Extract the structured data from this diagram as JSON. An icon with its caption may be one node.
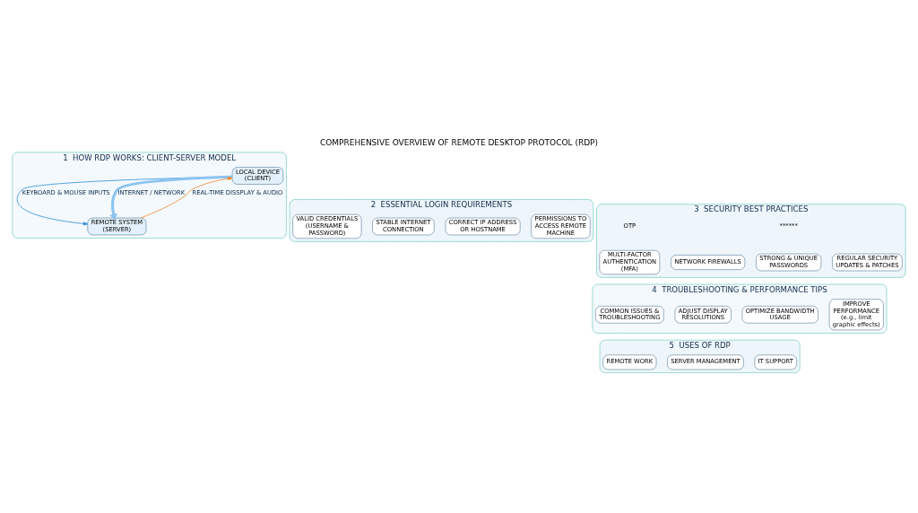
{
  "diagram": {
    "title": "COMPREHENSIVE OVERVIEW OF REMOTE DESKTOP PROTOCOL (RDP)",
    "nodes": [
      {
        "text": [
          "1",
          "HOW RDP WORKS: CLIENT-SERVER MODEL"
        ]
      },
      {
        "text": [
          "LOCAL DEVICE (CLIENT)"
        ],
        "in": 0
      },
      {
        "text": [
          "REMOTE SYSTEM (SERVER)"
        ],
        "in": 0
      },
      {
        "text": [
          "2",
          "ESSENTIAL LOGIN REQUIREMENTS"
        ]
      },
      {
        "text": [
          "VALID CREDENTIALS (USERNAME & PASSWORD)"
        ],
        "in": 3
      },
      {
        "text": [
          "STABLE INTERNET CONNECTION"
        ],
        "in": 3
      },
      {
        "text": [
          "CORRECT IP ADDRESS OR HOSTNAME"
        ],
        "in": 3
      },
      {
        "text": [
          "PERMISSIONS TO ACCESS REMOTE MACHINE"
        ],
        "in": 3
      },
      {
        "text": [
          "3",
          "SECURITY BEST PRACTICES"
        ]
      },
      {
        "text": [
          "MULTI-FACTOR AUTHENTICATION (MFA)"
        ],
        "in": 8
      },
      {
        "text": [
          "NETWORK FIREWALLS"
        ],
        "in": 8
      },
      {
        "text": [
          "STRONG & UNIQUE PASSWORDS"
        ],
        "in": 8
      },
      {
        "text": [
          "REGULAR SECURITY UPDATES & PATCHES"
        ],
        "in": 8
      },
      {
        "text": [
          "4",
          "TROUBLESHOOTING & PERFORMANCE TIPS"
        ]
      },
      {
        "text": [
          "COMMON ISSUES & TROUBLESHOOTING"
        ],
        "in": 13
      },
      {
        "text": [
          "ADJUST DISPLAY RESOLUTIONS"
        ],
        "in": 13
      },
      {
        "text": [
          "OPTIMIZE BANDWIDTH USAGE"
        ],
        "in": 13
      },
      {
        "text": [
          "IMPROVE PERFORMANCE",
          "(e.g., limit graphic effects)"
        ],
        "in": 13
      },
      {
        "text": [
          "5",
          "USES OF RDP"
        ]
      },
      {
        "text": [
          "REMOTE WORK"
        ],
        "in": 18
      },
      {
        "text": [
          "SERVER MANAGEMENT"
        ],
        "in": 18
      },
      {
        "text": [
          "IT SUPPORT"
        ],
        "in": 18
      }
    ],
    "edges": [
      {
        "from": 1,
        "to": 2,
        "arrow": "to",
        "label": "KEYBOARD & MOUSE INPUTS",
        "color": "#2f8fd8"
      },
      {
        "from": 1,
        "to": 2,
        "arrow": "to",
        "label": "INTERNET / NETWORK",
        "style": "thick",
        "color": "#8cc4f0"
      },
      {
        "from": 2,
        "to": 1,
        "arrow": "to",
        "label": "REAL-TIME DISSPLAY & AUDIO",
        "color": "#f08a2c"
      }
    ],
    "labels": [
      "OTP",
      "******"
    ]
  }
}
